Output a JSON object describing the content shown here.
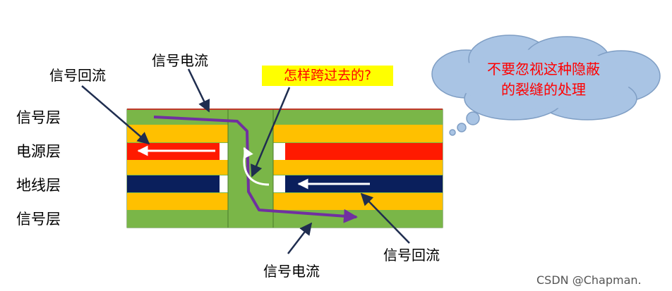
{
  "layers": {
    "signal_top": "信号层",
    "power": "电源层",
    "ground": "地线层",
    "signal_bottom": "信号层"
  },
  "annotations": {
    "return_current_top": "信号回流",
    "signal_current_top": "信号电流",
    "question": "怎样跨过去的?",
    "signal_current_bottom": "信号电流",
    "return_current_bottom": "信号回流"
  },
  "bubble": {
    "line1": "不要忽视这种隐蔽",
    "line2": "的裂缝的处理"
  },
  "watermark": "CSDN @Chapman.",
  "colors": {
    "signal_layer": "#7ab648",
    "dielectric": "#ffc000",
    "power_plane": "#ff1a00",
    "ground_plane": "#0a1f5c",
    "current_path": "#7030a0",
    "bubble_fill": "#a9c4e4",
    "question_bg": "#ffff00",
    "highlight_text": "#ff0000"
  }
}
